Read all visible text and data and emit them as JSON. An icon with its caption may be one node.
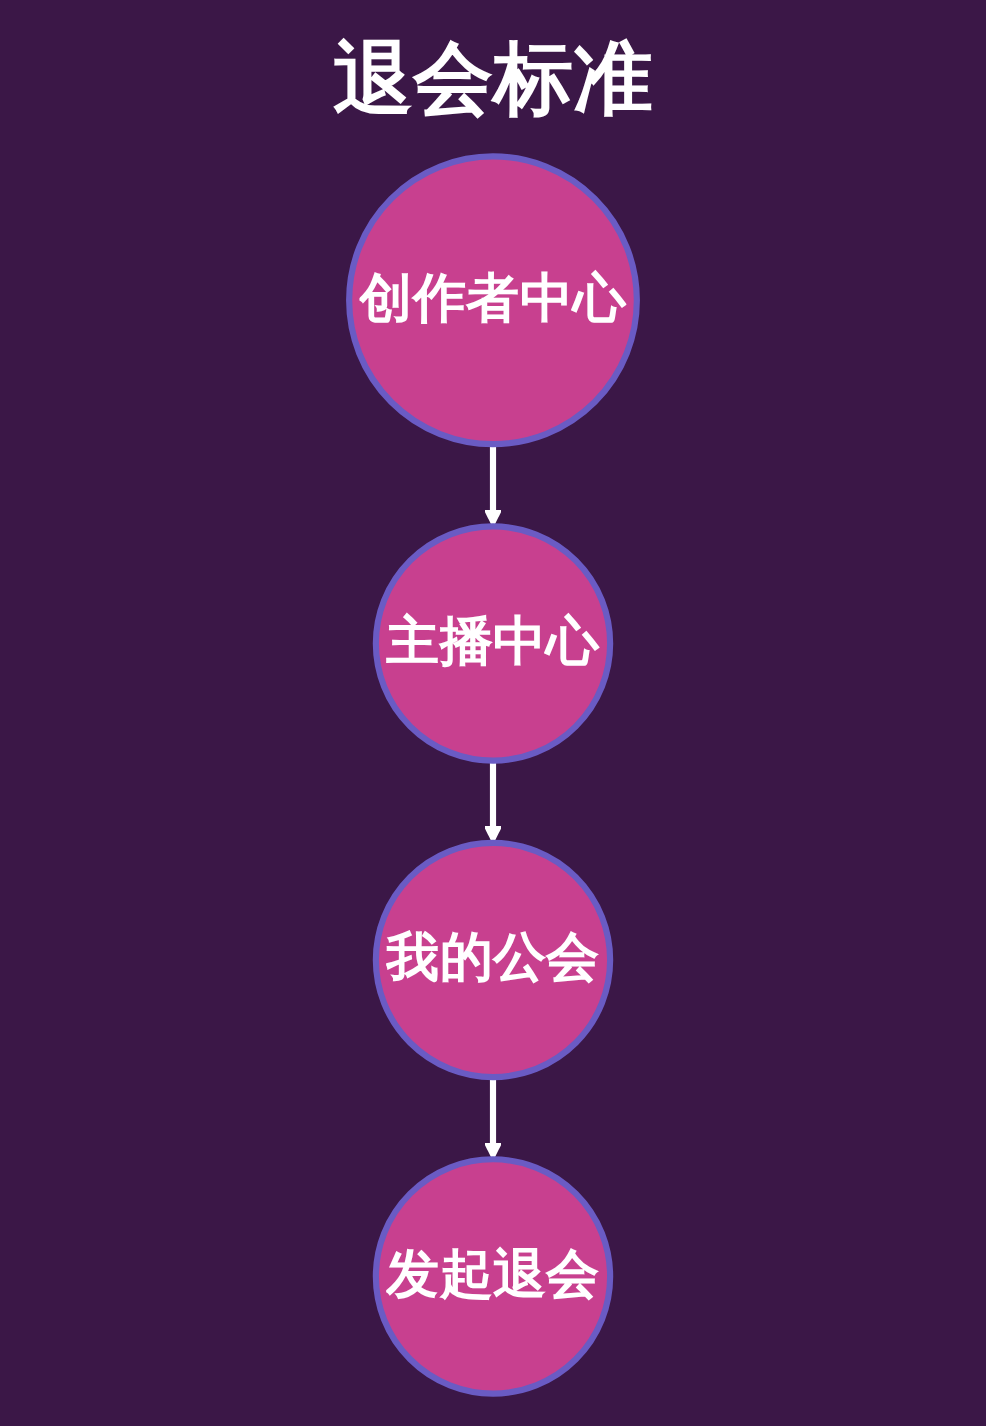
{
  "diagram": {
    "title": "退会标准",
    "nodes": [
      {
        "text": [
          "创作者中心"
        ]
      },
      {
        "text": [
          "主播中心"
        ]
      },
      {
        "text": [
          "我的公会"
        ]
      },
      {
        "text": [
          "发起退会"
        ]
      }
    ],
    "edges": [
      {
        "from": 0,
        "to": 1,
        "arrow": "to"
      },
      {
        "from": 1,
        "to": 2,
        "arrow": "to"
      },
      {
        "from": 2,
        "to": 3,
        "arrow": "to"
      }
    ]
  }
}
